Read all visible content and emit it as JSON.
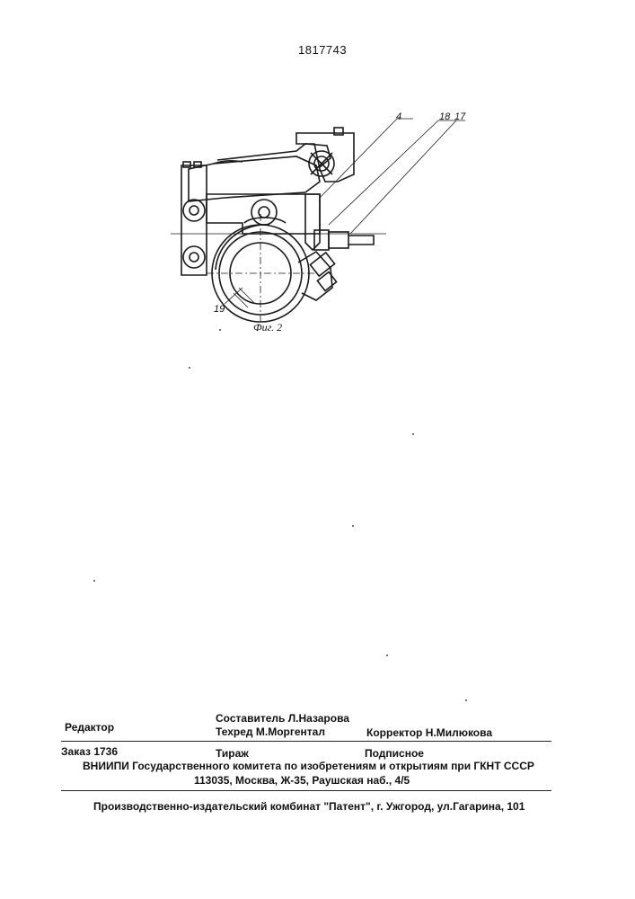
{
  "patent_number": "1817743",
  "figure": {
    "caption": "Фиг. 2",
    "callouts": {
      "label_4": "4",
      "label_18": "18",
      "label_17": "17",
      "label_19": "19"
    }
  },
  "imprint": {
    "editor_label": "Редактор",
    "compiler": "Составитель  Л.Назарова",
    "techred": "Техред М.Моргентал",
    "corrector": "Корректор  Н.Милюкова",
    "order": "Заказ  1736",
    "circulation": "Тираж",
    "subscription": "Подписное",
    "institute": "ВНИИПИ Государственного комитета по изобретениям и открытиям при ГКНТ СССР",
    "address": "113035, Москва, Ж-35, Раушская наб., 4/5",
    "publisher": "Производственно-издательский комбинат \"Патент\", г. Ужгород, ул.Гагарина, 101"
  }
}
